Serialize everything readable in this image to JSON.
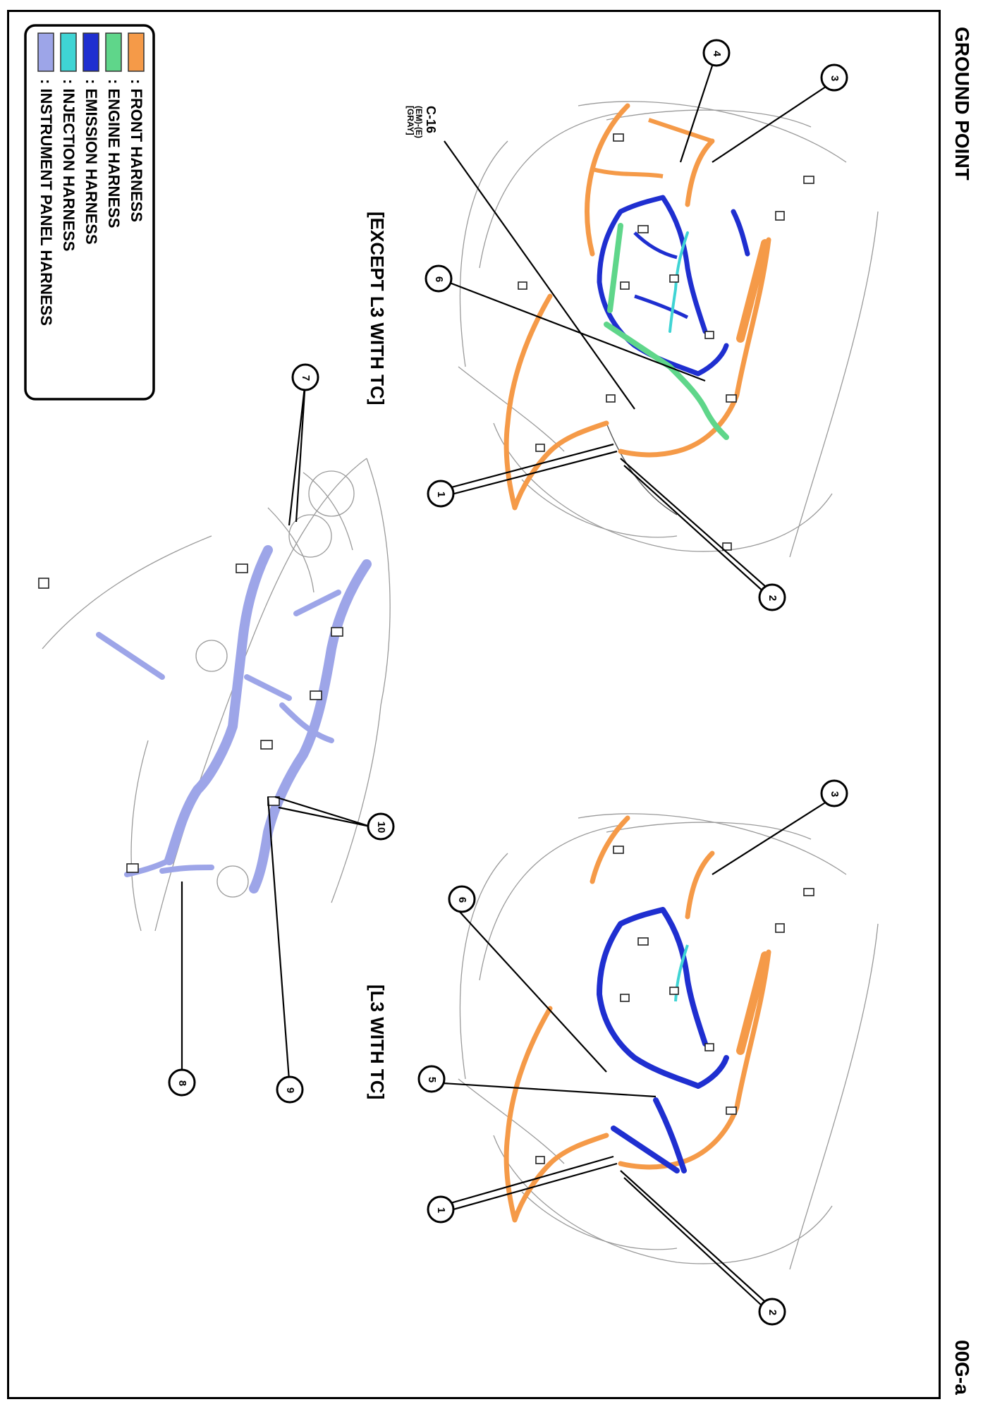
{
  "page": {
    "title": "GROUND POINT",
    "page_number": "00G-a"
  },
  "legend": [
    {
      "label": ": FRONT HARNESS",
      "color": "#f59a48"
    },
    {
      "label": ": ENGINE HARNESS",
      "color": "#5fd68a"
    },
    {
      "label": ": EMISSION HARNESS",
      "color": "#1f2fd0"
    },
    {
      "label": ": INJECTION HARNESS",
      "color": "#3fd4d4"
    },
    {
      "label": ": INSTRUMENT PANEL HARNESS",
      "color": "#9da5e8"
    }
  ],
  "views": {
    "except": {
      "label": "[EXCEPT L3 WITH TC]"
    },
    "l3": {
      "label": "[L3 WITH TC]"
    }
  },
  "connector": {
    "code": "C-16",
    "harness": "(EM)-(E)",
    "color": "[GRAY]"
  },
  "callouts": {
    "c1": "1",
    "c2": "2",
    "c3": "3",
    "c4": "4",
    "c5": "5",
    "c6": "6",
    "c7": "7",
    "c8": "8",
    "c9": "9",
    "c10": "10"
  }
}
